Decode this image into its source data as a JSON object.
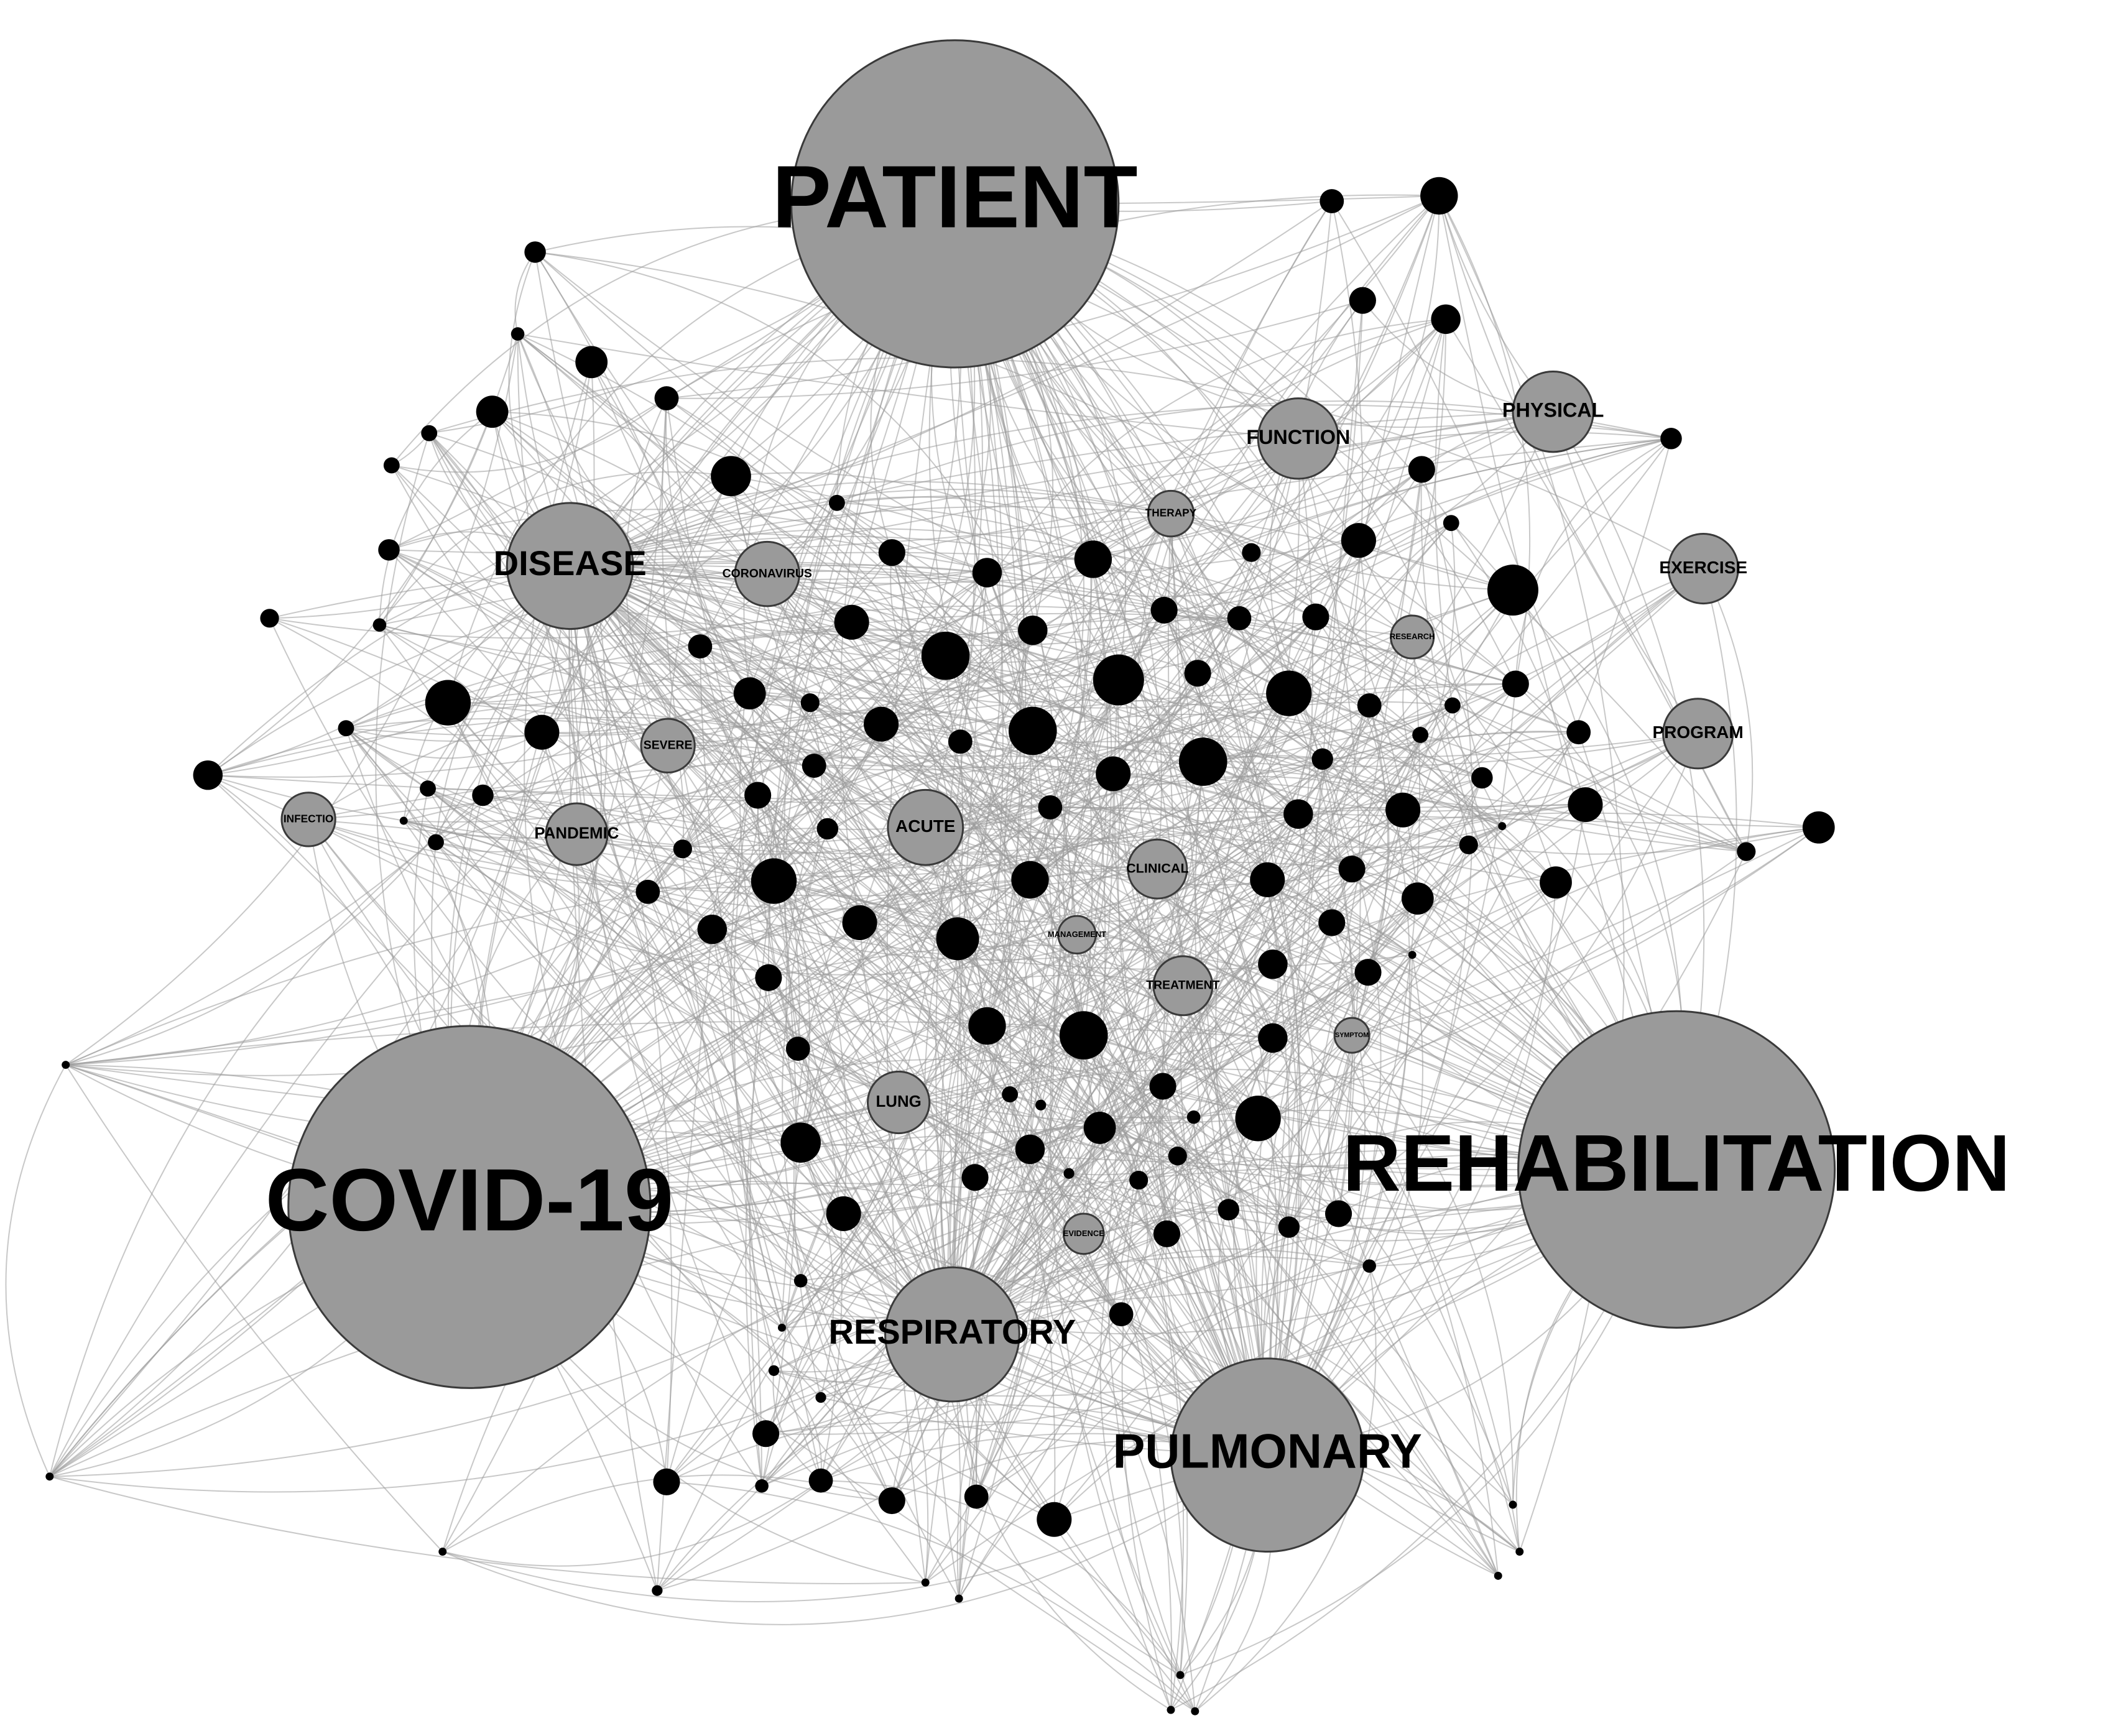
{
  "diagram": {
    "type": "keyword co-occurrence network",
    "colors": {
      "keyword_fill": "#9a9a9a",
      "keyword_stroke": "#3a3a3a",
      "dot_fill": "#000000",
      "edge": "#9a9a9a",
      "background": "#ffffff"
    },
    "keywords": [
      {
        "id": "patient",
        "label": "PATIENT"
      },
      {
        "id": "covid19",
        "label": "COVID-19"
      },
      {
        "id": "rehabilitation",
        "label": "REHABILITATION"
      },
      {
        "id": "pulmonary",
        "label": "PULMONARY"
      },
      {
        "id": "respiratory",
        "label": "RESPIRATORY"
      },
      {
        "id": "disease",
        "label": "DISEASE"
      },
      {
        "id": "function",
        "label": "FUNCTION"
      },
      {
        "id": "physical",
        "label": "PHYSICAL"
      },
      {
        "id": "exercise",
        "label": "EXERCISE"
      },
      {
        "id": "program",
        "label": "PROGRAM"
      },
      {
        "id": "coronavirus",
        "label": "CORONAVIRUS"
      },
      {
        "id": "severe",
        "label": "SEVERE"
      },
      {
        "id": "pandemic",
        "label": "PANDEMIC"
      },
      {
        "id": "infection",
        "label": "INFECTIO"
      },
      {
        "id": "acute",
        "label": "ACUTE"
      },
      {
        "id": "clinical",
        "label": "CLINICAL"
      },
      {
        "id": "therapy",
        "label": "THERAPY"
      },
      {
        "id": "treatment",
        "label": "TREATMENT"
      },
      {
        "id": "management",
        "label": "MANAGEMENT"
      },
      {
        "id": "lung",
        "label": "LUNG"
      },
      {
        "id": "research",
        "label": "RESEARCH"
      },
      {
        "id": "evidence",
        "label": "EVIDENCE"
      },
      {
        "id": "symptom",
        "label": "SYMPTOM"
      }
    ]
  }
}
